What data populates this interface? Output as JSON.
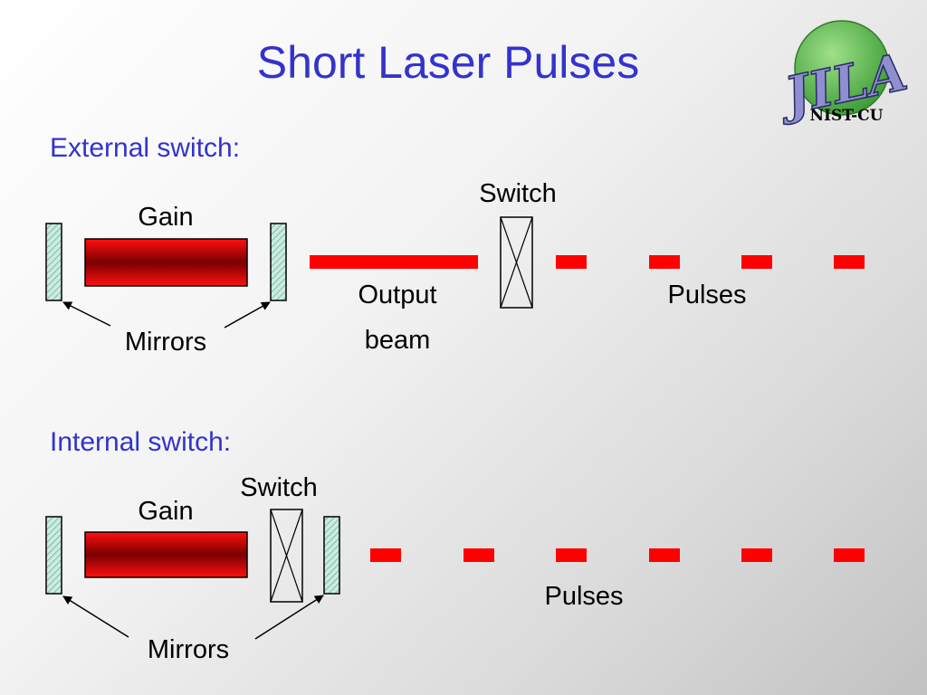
{
  "slide": {
    "title": "Short Laser Pulses",
    "logo": {
      "text": "NIST-CU",
      "monogram": "JILA"
    },
    "colors": {
      "title": "#3333cc",
      "beam": "#ff0000",
      "gain": "#cc0000",
      "mirror": "#c8ece0",
      "logo_globe": "#58b848",
      "logo_letters": "#8f8fd0"
    }
  },
  "external": {
    "heading": "External switch:",
    "gain_label": "Gain",
    "mirrors_label": "Mirrors",
    "switch_label": "Switch",
    "output_label": "Output",
    "beam_label": "beam",
    "pulses_label": "Pulses"
  },
  "internal": {
    "heading": "Internal switch:",
    "gain_label": "Gain",
    "mirrors_label": "Mirrors",
    "switch_label": "Switch",
    "pulses_label": "Pulses"
  }
}
